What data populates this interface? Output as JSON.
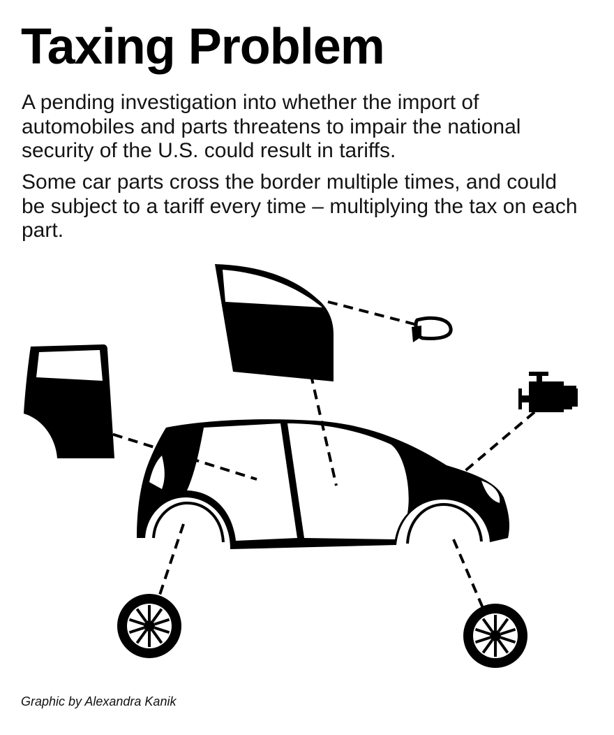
{
  "title": "Taxing Problem",
  "paragraphs": [
    "A pending investigation into whether the import of automobiles and parts threatens to impair the national security of the U.S. could result in tariffs.",
    "Some car parts cross the border multiple times, and could be subject to a tariff every time – multiplying the tax on each part."
  ],
  "credit": "Graphic by Alexandra Kanik",
  "icons": [
    "rear-door-icon",
    "front-door-icon",
    "side-mirror-icon",
    "engine-icon",
    "car-body-icon",
    "wheel-icon"
  ],
  "colors": {
    "ink": "#000000",
    "background": "#ffffff"
  }
}
